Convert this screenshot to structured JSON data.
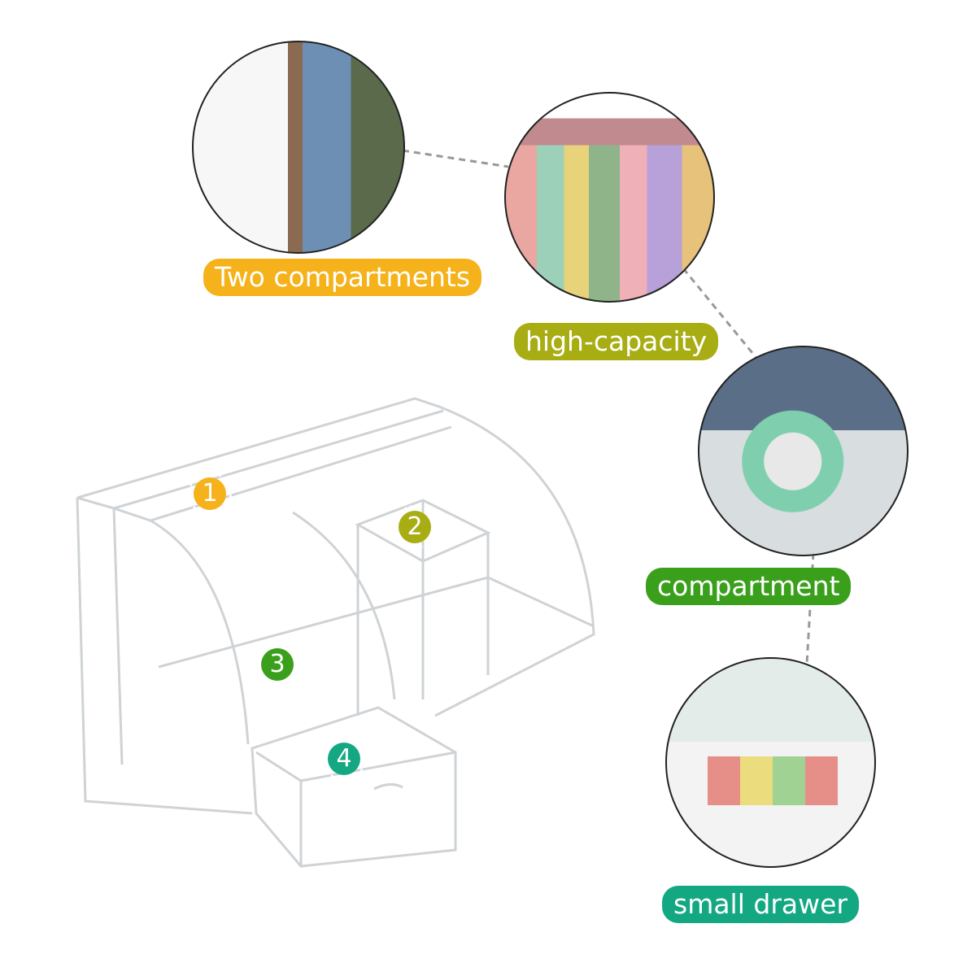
{
  "callouts": [
    {
      "label": "Two compartments",
      "color": "#f5b21a"
    },
    {
      "label": "high-capacity",
      "color": "#a8ad14"
    },
    {
      "label": "compartment",
      "color": "#3aa01c"
    },
    {
      "label": "small drawer",
      "color": "#14a882"
    }
  ],
  "badges": [
    {
      "number": "1",
      "color": "#f5b21a"
    },
    {
      "number": "2",
      "color": "#a8ad14"
    },
    {
      "number": "3",
      "color": "#3aa01c"
    },
    {
      "number": "4",
      "color": "#14a882"
    }
  ]
}
